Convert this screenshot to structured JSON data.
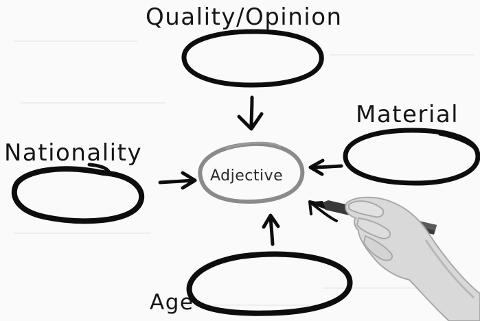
{
  "diagram": {
    "center": {
      "label": "Adjective"
    },
    "nodes": {
      "top": {
        "label": "Quality/Opinion"
      },
      "right": {
        "label": "Material"
      },
      "left": {
        "label": "Nationality"
      },
      "bottom": {
        "label": "Age"
      }
    },
    "colors": {
      "ink": "#111111",
      "center_ring": "#8a8a8a",
      "background": "#fafafa",
      "skin": "#d9d9d9",
      "pen": "#3a3a3a"
    }
  }
}
